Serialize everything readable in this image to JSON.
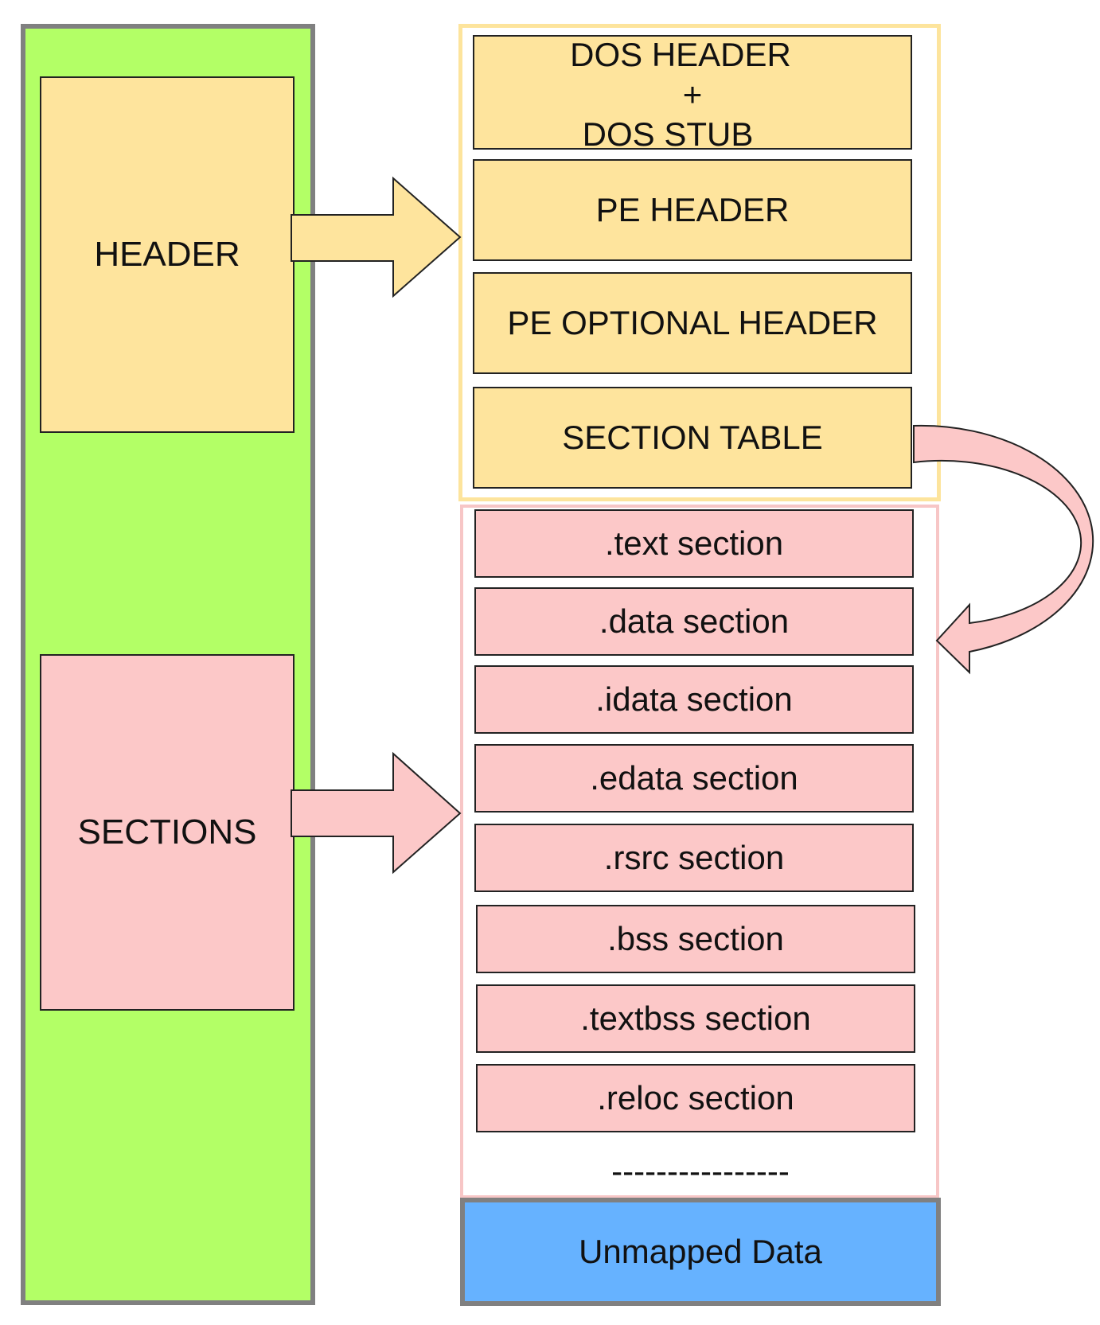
{
  "left_column": {
    "header_label": "HEADER",
    "sections_label": "SECTIONS"
  },
  "header_blocks": {
    "dos_line1": "DOS HEADER",
    "dos_plus": "+",
    "dos_line2": "DOS STUB",
    "pe_header": "PE HEADER",
    "pe_optional_header": "PE OPTIONAL HEADER",
    "section_table": "SECTION TABLE"
  },
  "sections": [
    ".text section",
    ".data section",
    ".idata section",
    ".edata section",
    ".rsrc section",
    ".bss section",
    ".textbss section",
    ".reloc section"
  ],
  "ellipsis": "----------------",
  "unmapped_label": "Unmapped Data",
  "colors": {
    "file_background": "#b3ff66",
    "header_fill": "#fee49d",
    "section_fill": "#fcc8c8",
    "unmapped_fill": "#66b2ff",
    "frame_gray": "#808080"
  }
}
